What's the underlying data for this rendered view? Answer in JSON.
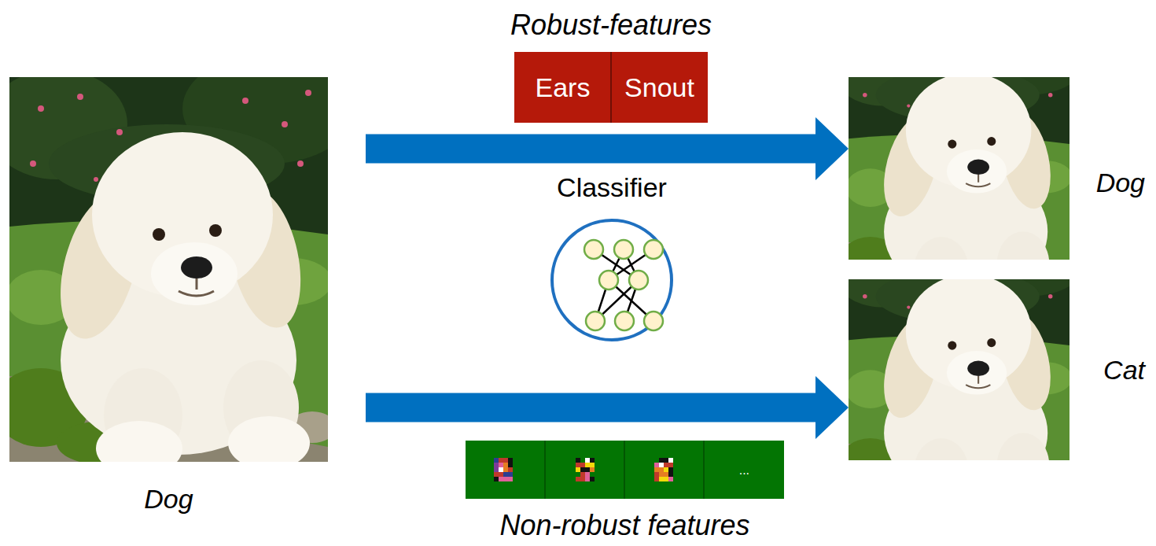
{
  "diagram": {
    "nodes": [
      {
        "text": [
          "Dog"
        ]
      },
      {
        "text": [
          "Robust-features"
        ]
      },
      {
        "text": [
          "Ears"
        ],
        "in": 1
      },
      {
        "text": [
          "Snout"
        ],
        "in": 1
      },
      {
        "text": [
          "Classifier"
        ]
      },
      {
        "text": [
          "Dog"
        ]
      },
      {
        "text": [
          "Cat"
        ]
      },
      {
        "text": [
          "Non-robust features"
        ]
      },
      {
        "text": [
          "..."
        ],
        "in": 7
      }
    ],
    "edges": [
      {
        "from": 0,
        "to": 5,
        "arrow": "to"
      },
      {
        "from": 0,
        "to": 6,
        "arrow": "to"
      }
    ]
  }
}
